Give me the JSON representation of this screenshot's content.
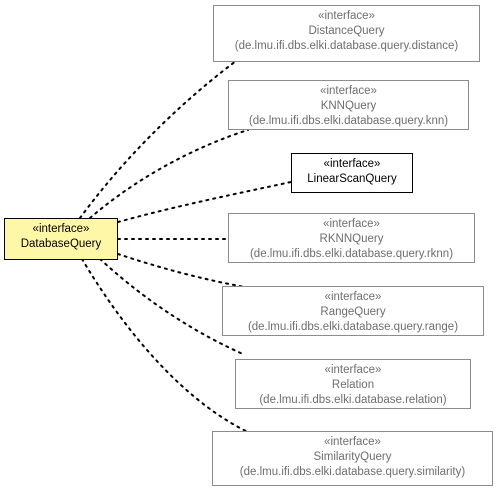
{
  "colors": {
    "focus_fill": "#fff7a8",
    "external_border": "#8c8c8c",
    "external_text": "#6e6e6e",
    "edge": "#000000"
  },
  "source": {
    "stereotype": "«interface»",
    "name": "DatabaseQuery"
  },
  "targets": [
    {
      "key": "distance",
      "stereotype": "«interface»",
      "name": "DistanceQuery",
      "package": "(de.lmu.ifi.dbs.elki.database.query.distance)",
      "kind": "external"
    },
    {
      "key": "knn",
      "stereotype": "«interface»",
      "name": "KNNQuery",
      "package": "(de.lmu.ifi.dbs.elki.database.query.knn)",
      "kind": "external"
    },
    {
      "key": "linearscan",
      "stereotype": "«interface»",
      "name": "LinearScanQuery",
      "package": "",
      "kind": "local"
    },
    {
      "key": "rknn",
      "stereotype": "«interface»",
      "name": "RKNNQuery",
      "package": "(de.lmu.ifi.dbs.elki.database.query.rknn)",
      "kind": "external"
    },
    {
      "key": "range",
      "stereotype": "«interface»",
      "name": "RangeQuery",
      "package": "(de.lmu.ifi.dbs.elki.database.query.range)",
      "kind": "external"
    },
    {
      "key": "relation",
      "stereotype": "«interface»",
      "name": "Relation",
      "package": "(de.lmu.ifi.dbs.elki.database.relation)",
      "kind": "external"
    },
    {
      "key": "similarity",
      "stereotype": "«interface»",
      "name": "SimilarityQuery",
      "package": "(de.lmu.ifi.dbs.elki.database.query.similarity)",
      "kind": "external"
    }
  ]
}
